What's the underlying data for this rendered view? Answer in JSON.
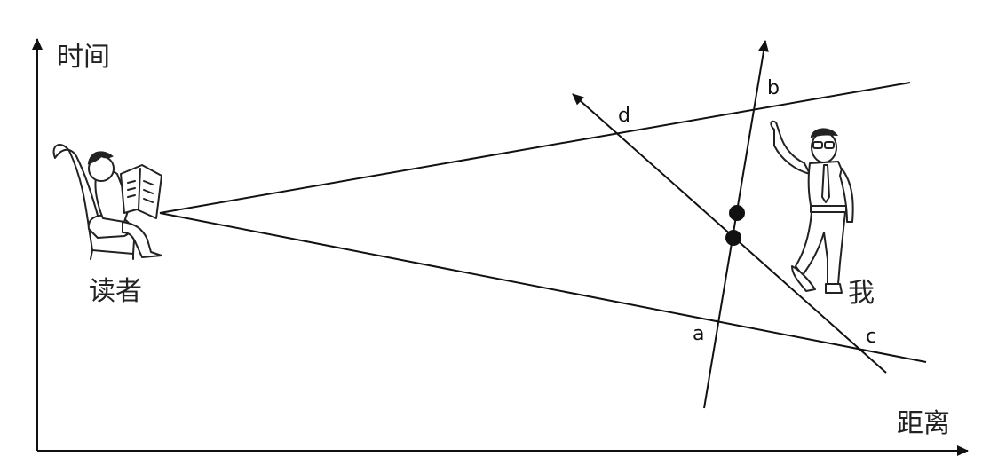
{
  "axes": {
    "y_label": "时间",
    "x_label": "距离"
  },
  "figures": {
    "reader_label": "读者",
    "me_label": "我"
  },
  "lines": {
    "a": "a",
    "b": "b",
    "c": "c",
    "d": "d"
  },
  "icons": [
    "reader-in-armchair-icon",
    "waving-man-icon",
    "arrowhead-icon"
  ],
  "colors": {
    "ink": "#111111",
    "background": "#ffffff"
  }
}
